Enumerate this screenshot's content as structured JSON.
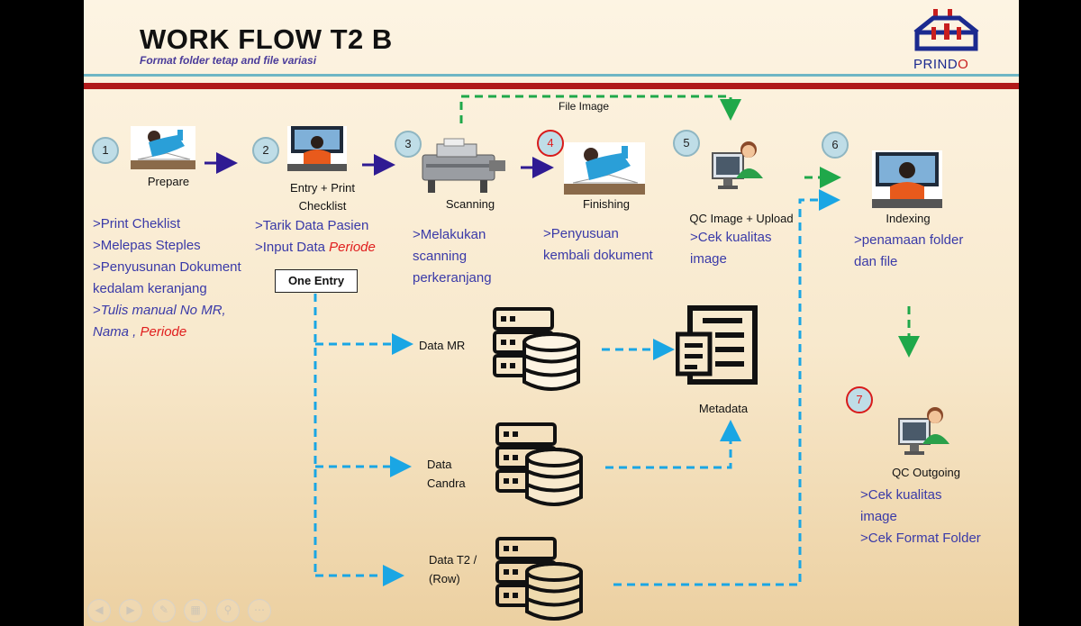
{
  "title": "WORK FLOW T2 B",
  "subtitle": "Format folder tetap and file variasi",
  "logo": {
    "text_main": "PRIND",
    "text_accent": "O"
  },
  "file_image_label": "File Image",
  "steps": [
    {
      "number": "1",
      "label": "Prepare"
    },
    {
      "number": "2",
      "label_line1": "Entry + Print",
      "label_line2": "Checklist"
    },
    {
      "number": "3",
      "label": "Scanning"
    },
    {
      "number": "4",
      "label": "Finishing"
    },
    {
      "number": "5",
      "label": "QC Image + Upload"
    },
    {
      "number": "6",
      "label": "Indexing"
    },
    {
      "number": "7",
      "label": "QC Outgoing"
    }
  ],
  "step1_tasks": {
    "l1": ">Print Cheklist",
    "l2": ">Melepas Steples",
    "l3": ">Penyusunan Dokument",
    "l4": "kedalam keranjang",
    "l5_prefix": ">",
    "l5_italic": "Tulis manual No MR,",
    "l6_italic": "Nama ,",
    "l6_red": "Periode"
  },
  "step2_tasks": {
    "l1": ">Tarik Data Pasien",
    "l2_prefix": ">Input Data",
    "l2_red": "Periode"
  },
  "step3_tasks": {
    "l1": ">Melakukan",
    "l2": "scanning",
    "l3": "perkeranjang"
  },
  "step4_tasks": {
    "l1": ">Penyusuan",
    "l2": "kembali dokument"
  },
  "step5_tasks": {
    "l1": ">Cek kualitas",
    "l2": "image"
  },
  "step6_tasks": {
    "l1": ">penamaan folder",
    "l2": "dan file"
  },
  "step7_tasks": {
    "l1": ">Cek kualitas",
    "l2": "image",
    "l3": ">Cek Format Folder"
  },
  "one_entry": "One Entry",
  "data_sources": [
    {
      "line1": "Data MR"
    },
    {
      "line1": "Data",
      "line2": "Candra"
    },
    {
      "line1": "Data T2 /",
      "line2": "(Row)"
    }
  ],
  "metadata_label": "Metadata",
  "colors": {
    "arrow_purple": "#2f1b93",
    "arrow_green": "#1fa84a",
    "arrow_cyan": "#1aa6e4",
    "text_blue": "#3a3aa8",
    "accent_red": "#e01e1e"
  },
  "controls": [
    "back-icon",
    "forward-icon",
    "pen-icon",
    "slides-icon",
    "zoom-icon",
    "more-icon"
  ]
}
